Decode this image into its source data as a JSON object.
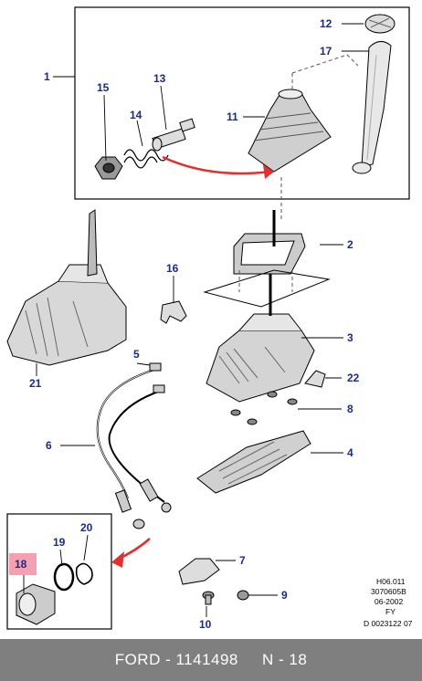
{
  "callouts": [
    {
      "id": "c1",
      "label": "1"
    },
    {
      "id": "c2",
      "label": "2"
    },
    {
      "id": "c3",
      "label": "3"
    },
    {
      "id": "c4",
      "label": "4"
    },
    {
      "id": "c5",
      "label": "5"
    },
    {
      "id": "c6",
      "label": "6"
    },
    {
      "id": "c7",
      "label": "7"
    },
    {
      "id": "c8",
      "label": "8"
    },
    {
      "id": "c9",
      "label": "9"
    },
    {
      "id": "c10",
      "label": "10"
    },
    {
      "id": "c11",
      "label": "11"
    },
    {
      "id": "c12",
      "label": "12"
    },
    {
      "id": "c13",
      "label": "13"
    },
    {
      "id": "c14",
      "label": "14"
    },
    {
      "id": "c15",
      "label": "15"
    },
    {
      "id": "c16",
      "label": "16"
    },
    {
      "id": "c17",
      "label": "17"
    },
    {
      "id": "c18",
      "label": "18"
    },
    {
      "id": "c19",
      "label": "19"
    },
    {
      "id": "c20",
      "label": "20"
    },
    {
      "id": "c21",
      "label": "21"
    },
    {
      "id": "c22",
      "label": "22"
    }
  ],
  "meta": {
    "line1": "H06.011",
    "line2": "3070605B",
    "line3": "06-2002",
    "line4": "FY",
    "line5": "D 0023122 07"
  },
  "footer": {
    "brand": "FORD",
    "sep1": " - ",
    "part_number": "1141498",
    "gap": "     ",
    "position": "N - 18"
  },
  "colors": {
    "callout_text": "#1a2a8a",
    "arrow": "#e03030",
    "highlight": "#f4a0b0",
    "footer_bg": "#7f7f7f"
  }
}
